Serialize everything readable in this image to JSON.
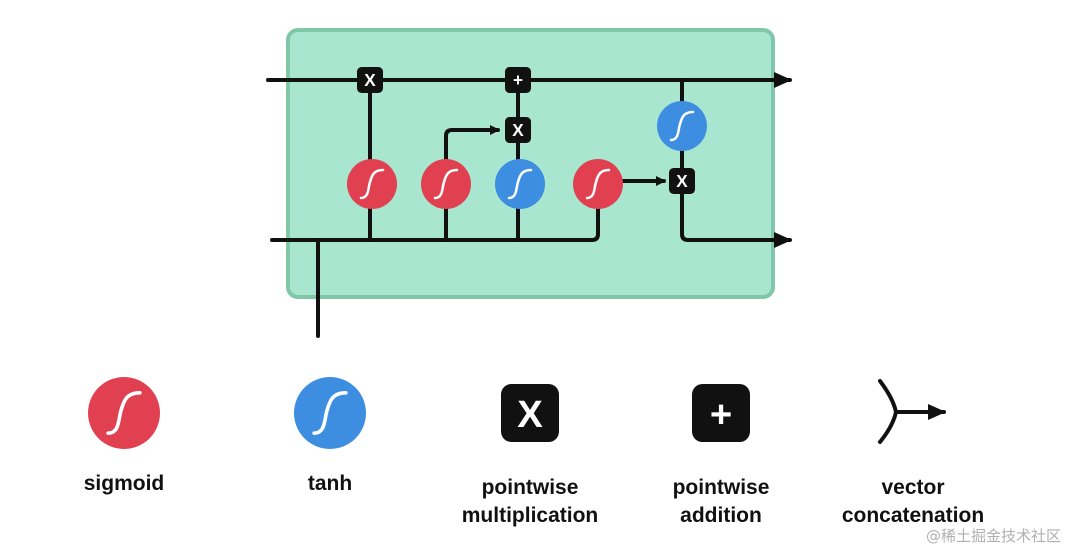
{
  "colors": {
    "cell_fill": "#a8e6cf",
    "cell_border": "#7fc7a8",
    "sigmoid": "#e0404f",
    "tanh": "#3d8ee0",
    "op_box": "#111111",
    "line": "#111111"
  },
  "diagram": {
    "ops": {
      "mult_symbol": "X",
      "add_symbol": "+"
    }
  },
  "legend": {
    "items": [
      {
        "icon": "sigmoid-icon",
        "label": "sigmoid"
      },
      {
        "icon": "tanh-icon",
        "label": "tanh"
      },
      {
        "icon": "pointwise-multiplication-icon",
        "label": "pointwise\nmultiplication"
      },
      {
        "icon": "pointwise-addition-icon",
        "label": "pointwise\naddition"
      },
      {
        "icon": "vector-concatenation-icon",
        "label": "vector\nconcatenation"
      }
    ]
  },
  "watermark": "@稀土掘金技术社区"
}
